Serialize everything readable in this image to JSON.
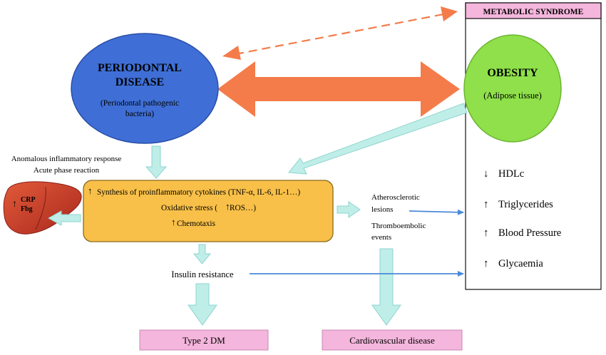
{
  "metabolic_syndrome": {
    "title": "METABOLIC SYNDROME",
    "items": [
      {
        "arrow": "↓",
        "label": "HDLc"
      },
      {
        "arrow": "↑",
        "label": "Triglycerides"
      },
      {
        "arrow": "↑",
        "label": "Blood Pressure"
      },
      {
        "arrow": "↑",
        "label": "Glycaemia"
      }
    ]
  },
  "periodontal": {
    "title_line1": "PERIODONTAL",
    "title_line2": "DISEASE",
    "sub_line1": "(Periodontal pathogenic",
    "sub_line2": "bacteria)"
  },
  "obesity": {
    "title": "OBESITY",
    "sub": "(Adipose tissue)"
  },
  "inflammation_note": {
    "line1": "Anomalous inflammatory response",
    "line2": "Acute phase reaction"
  },
  "liver": {
    "line1": "CRP",
    "line2": "Fbg",
    "arrow": "↑"
  },
  "central_box": {
    "line1_arrow": "↑",
    "line1": "Synthesis of proinflammatory cytokines (TNF-α, IL-6, IL-1…)",
    "line2_prefix": "Oxidative stress (",
    "line2_arrow": "↑",
    "line2_suffix": "ROS…)",
    "line3_arrow": "↑",
    "line3": "Chemotaxis"
  },
  "athero": {
    "line1": "Atherosclerotic",
    "line2": "lesions"
  },
  "thrombo": {
    "line1": "Thromboembolic",
    "line2": "events"
  },
  "insulin": "Insulin resistance",
  "type2dm": "Type 2 DM",
  "cvd": "Cardiovascular disease",
  "colors": {
    "periodontal_fill": "#3f6fd6",
    "obesity_fill": "#8fe04a",
    "central_fill": "#f8c048",
    "big_arrow": "#f47c4a",
    "pale_arrow": "#bfeee8",
    "pale_arrow_stroke": "#8fd3cf",
    "blue_line": "#4a8ad8",
    "pink_box": "#f4b6dc"
  }
}
